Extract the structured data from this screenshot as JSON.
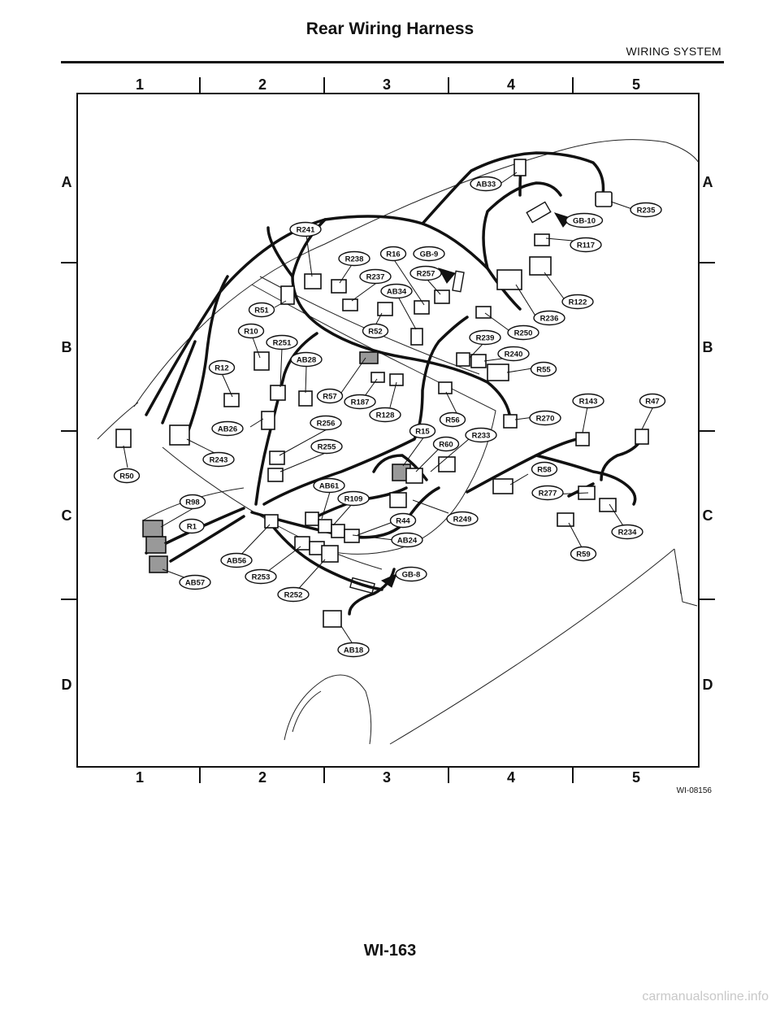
{
  "page": {
    "title": "Rear Wiring Harness",
    "section": "WIRING SYSTEM",
    "page_number": "WI-163",
    "figure_id": "WI-08156",
    "watermark": "carmanualsonline.info"
  },
  "grid": {
    "columns": [
      "1",
      "2",
      "3",
      "4",
      "5"
    ],
    "rows": [
      "A",
      "B",
      "C",
      "D"
    ]
  },
  "connectors": [
    {
      "id": "AB33"
    },
    {
      "id": "R235"
    },
    {
      "id": "GB-10"
    },
    {
      "id": "R117"
    },
    {
      "id": "R241"
    },
    {
      "id": "R238"
    },
    {
      "id": "R16"
    },
    {
      "id": "GB-9"
    },
    {
      "id": "R237"
    },
    {
      "id": "R257"
    },
    {
      "id": "AB34"
    },
    {
      "id": "R122"
    },
    {
      "id": "R51"
    },
    {
      "id": "R52"
    },
    {
      "id": "R236"
    },
    {
      "id": "R10"
    },
    {
      "id": "R251"
    },
    {
      "id": "R250"
    },
    {
      "id": "R239"
    },
    {
      "id": "R12"
    },
    {
      "id": "AB28"
    },
    {
      "id": "R240"
    },
    {
      "id": "R55"
    },
    {
      "id": "R57"
    },
    {
      "id": "R187"
    },
    {
      "id": "R143"
    },
    {
      "id": "R47"
    },
    {
      "id": "R128"
    },
    {
      "id": "R56"
    },
    {
      "id": "R270"
    },
    {
      "id": "AB26"
    },
    {
      "id": "R256"
    },
    {
      "id": "R15"
    },
    {
      "id": "R233"
    },
    {
      "id": "R60"
    },
    {
      "id": "R255"
    },
    {
      "id": "R243"
    },
    {
      "id": "R50"
    },
    {
      "id": "R58"
    },
    {
      "id": "AB61"
    },
    {
      "id": "R98"
    },
    {
      "id": "R109"
    },
    {
      "id": "R277"
    },
    {
      "id": "R44"
    },
    {
      "id": "R249"
    },
    {
      "id": "R1"
    },
    {
      "id": "AB24"
    },
    {
      "id": "R234"
    },
    {
      "id": "AB56"
    },
    {
      "id": "R59"
    },
    {
      "id": "R253"
    },
    {
      "id": "GB-8"
    },
    {
      "id": "AB57"
    },
    {
      "id": "R252"
    },
    {
      "id": "AB18"
    }
  ]
}
